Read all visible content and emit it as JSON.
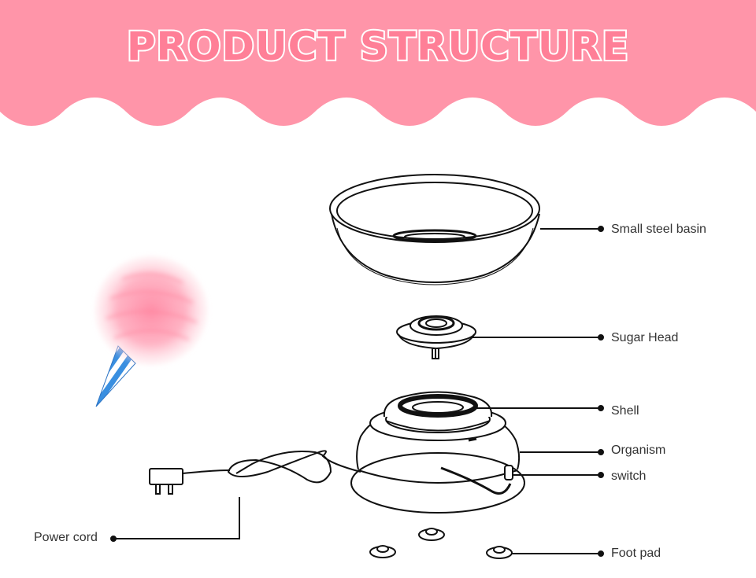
{
  "title": "PRODUCT  STRUCTURE",
  "colors": {
    "banner": "#ff95a9",
    "title": "#ff7f97",
    "line": "#111111"
  },
  "labels": {
    "basin": "Small steel basin",
    "sugar_head": "Sugar Head",
    "shell": "Shell",
    "organism": "Organism",
    "switch": "switch",
    "power_cord": "Power cord",
    "foot_pad": "Foot pad"
  }
}
